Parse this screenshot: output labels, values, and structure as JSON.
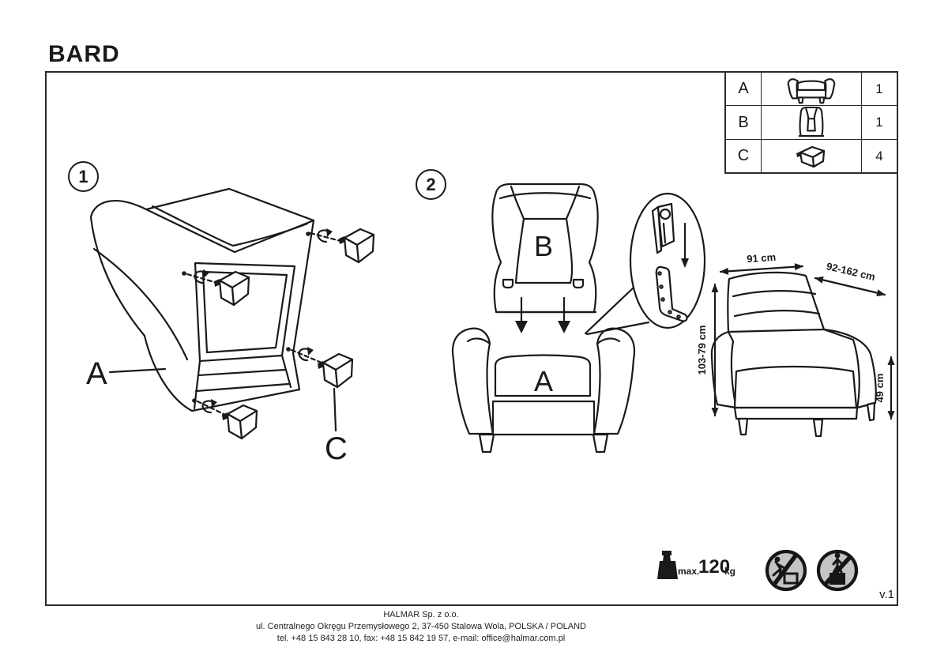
{
  "title": "BARD",
  "version": "v.1",
  "parts_table": {
    "rows": [
      {
        "part": "A",
        "icon": "armchair-base-icon",
        "qty": "1"
      },
      {
        "part": "B",
        "icon": "backrest-icon",
        "qty": "1"
      },
      {
        "part": "C",
        "icon": "leg-icon",
        "qty": "4"
      }
    ]
  },
  "step1": {
    "number": "1",
    "body_label": "A",
    "leg_label": "C"
  },
  "step2": {
    "number": "2",
    "backrest_label": "B",
    "body_label": "A"
  },
  "dimensions": {
    "width": "91 cm",
    "depth_range": "92-162 cm",
    "height_range": "103-79 cm",
    "seat_height": "49 cm"
  },
  "weight_limit": {
    "prefix": "max.",
    "value": "120",
    "unit": "kg"
  },
  "warning_icons": [
    "no-climbing-icon",
    "no-standing-icon"
  ],
  "footer": {
    "company": "HALMAR Sp. z o.o.",
    "address": "ul. Centralnego Okręgu Przemysłowego 2, 37-450 Stalowa Wola, POLSKA / POLAND",
    "contact": "tel. +48 15 843 28 10, fax: +48 15 842 19 57, e-mail: office@halmar.com.pl"
  }
}
